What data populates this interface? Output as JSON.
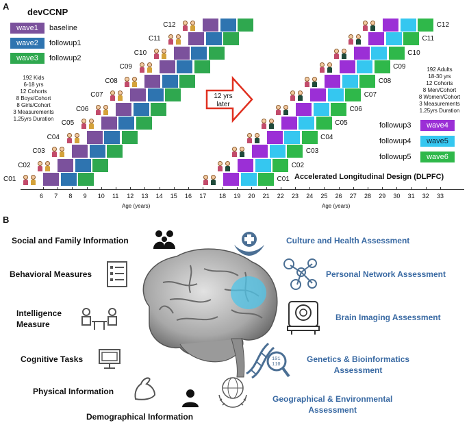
{
  "panel_a": {
    "letter": "A",
    "title": "devCCNP",
    "legend_left": [
      {
        "wave": "wave1",
        "label": "baseline",
        "color": "#7b519c"
      },
      {
        "wave": "wave2",
        "label": "followup1",
        "color": "#2e74b0"
      },
      {
        "wave": "wave3",
        "label": "followup2",
        "color": "#2fa84f"
      }
    ],
    "legend_right": [
      {
        "label": "followup3",
        "wave": "wave4",
        "color": "#9b2fd6"
      },
      {
        "label": "followup4",
        "wave": "wave5",
        "color": "#35c7f0"
      },
      {
        "label": "followup5",
        "wave": "wave6",
        "color": "#2fb84a"
      }
    ],
    "kids_info": [
      "192 Kids",
      "6-18 yrs",
      "12 Cohorts",
      "8 Boys/Cohort",
      "8 Girls/Cohort",
      "3 Measurements",
      "1.25yrs Duration"
    ],
    "adults_info": [
      "192 Adults",
      "18-30 yrs",
      "12 Cohorts",
      "8 Men/Cohort",
      "8 Women/Cohort",
      "3 Measurements",
      "1.25yrs Duration"
    ],
    "arrow_text": [
      "12 yrs",
      "later"
    ],
    "design_label": "Accelerated Longitudinal Design (DLPFC)",
    "cohorts": [
      "C01",
      "C02",
      "C03",
      "C04",
      "C05",
      "C06",
      "C07",
      "C08",
      "C09",
      "C10",
      "C11",
      "C12"
    ],
    "x_ticks_left": [
      "6",
      "7",
      "8",
      "9",
      "10",
      "11",
      "12",
      "13",
      "14",
      "15",
      "16",
      "17"
    ],
    "x_ticks_right": [
      "18",
      "19",
      "20",
      "21",
      "22",
      "23",
      "24",
      "25",
      "26",
      "27",
      "28",
      "29",
      "30",
      "31",
      "32",
      "33"
    ],
    "x_axis_label": "Age (years)",
    "colors": {
      "wave1": "#7b519c",
      "wave2": "#2e74b0",
      "wave3": "#2fa84f",
      "wave4": "#9b2fd6",
      "wave5": "#35c7f0",
      "wave6": "#2fb84a",
      "arrow": "#e03020"
    }
  },
  "panel_b": {
    "letter": "B",
    "left_items": [
      {
        "label": "Social and Family Information",
        "icon": "family-icon"
      },
      {
        "label": "Behavioral Measures",
        "icon": "checklist-icon"
      },
      {
        "label": "Intelligence",
        "label2": "Measure",
        "icon": "interview-icon"
      },
      {
        "label": "Cognitive Tasks",
        "icon": "monitor-icon"
      },
      {
        "label": "Physical Information",
        "icon": "muscle-arm-icon"
      },
      {
        "label": "Demographical Information",
        "icon": "person-icon"
      }
    ],
    "right_items": [
      {
        "label": "Culture and Health Assessment",
        "icon": "health-hands-icon"
      },
      {
        "label": "Personal Network Assessment",
        "icon": "network-icon"
      },
      {
        "label": "Brain Imaging Assessment",
        "icon": "mri-scanner-icon"
      },
      {
        "label": "Genetics & Bioinformatics",
        "label2": "Assessment",
        "icon": "dna-icon"
      },
      {
        "label": "Geographical & Environmental",
        "label2": "Assessment",
        "icon": "globe-icon"
      }
    ],
    "accent_color": "#3a6aa3"
  }
}
